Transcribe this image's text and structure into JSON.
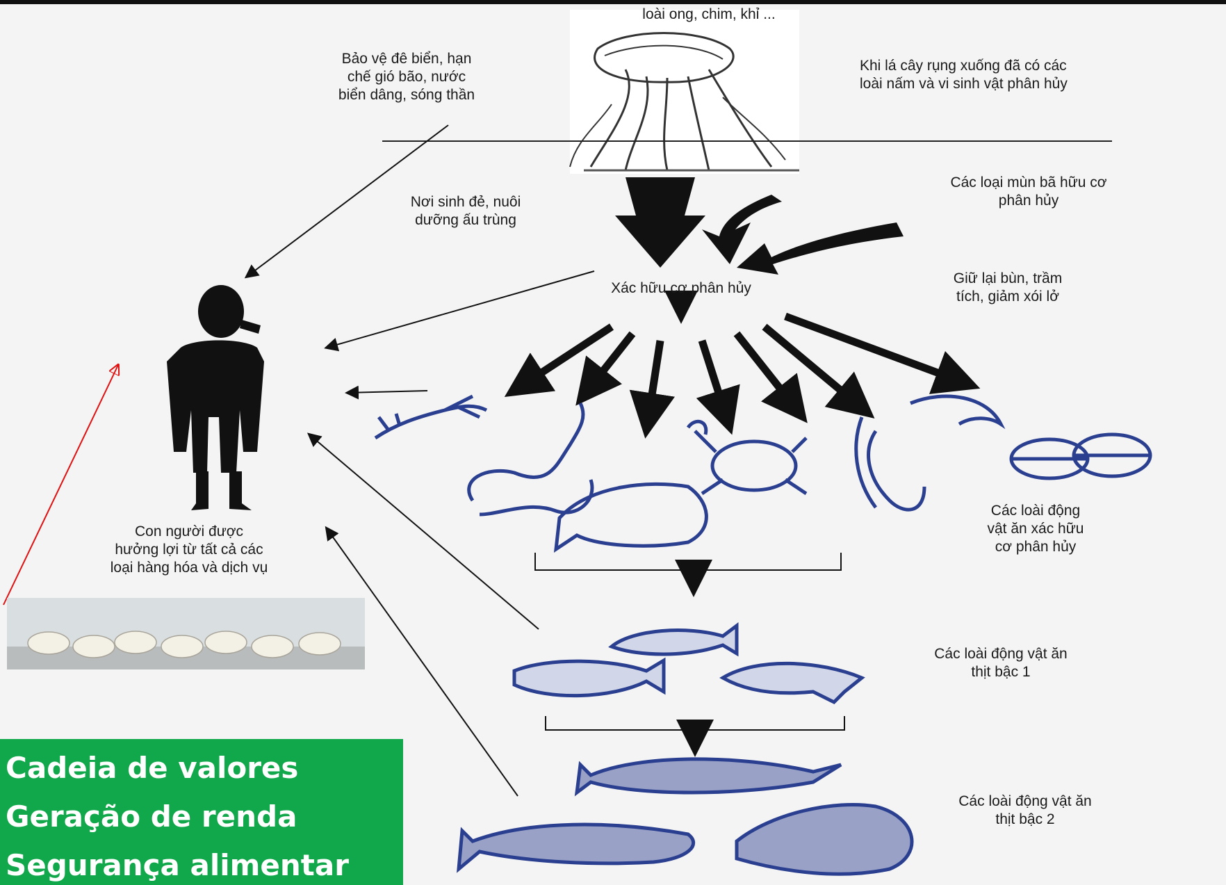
{
  "labels": {
    "top_caption": "loài ong, chim, khỉ ...",
    "sea_dike": "Bảo vệ đê biển, hạn\nchế gió bão, nước\nbiển dâng, sóng thần",
    "fungi": "Khi lá cây rụng xuống đã có các\nloài nấm và vi sinh vật phân hủy",
    "nursery": "Nơi sinh đẻ, nuôi\ndưỡng ấu trùng",
    "detritus_source": "Các loại mùn bã hữu cơ\nphân hủy",
    "sediment": "Giữ lại bùn, trầm\ntích, giảm xói lở",
    "detritus_center": "Xác hữu cơ phân hủy",
    "detritivores": "Các loài động\nvật ăn xác hữu\ncơ phân hủy",
    "carnivore_1": "Các loài động vật ăn\nthịt bậc 1",
    "carnivore_2": "Các loài động vật ăn\nthịt bậc 2",
    "human": "Con người được\nhưởng lợi từ tất cả các\nloại hàng hóa và dịch vụ"
  },
  "benefits": [
    "Cadeia de valores",
    "Geração de renda",
    "Segurança alimentar"
  ],
  "colors": {
    "organism_blue": "#2a3f8f",
    "arrow_black": "#111111",
    "highlight_green": "#10a84a",
    "annotation_red": "#e01010"
  },
  "icons": [
    "mangrove-tree-icon",
    "human-silhouette-icon",
    "lobster-icon",
    "worm-icon",
    "crab-icon",
    "shrimp-icon",
    "clam-icon",
    "fish-icon",
    "bird-flock-icon"
  ]
}
